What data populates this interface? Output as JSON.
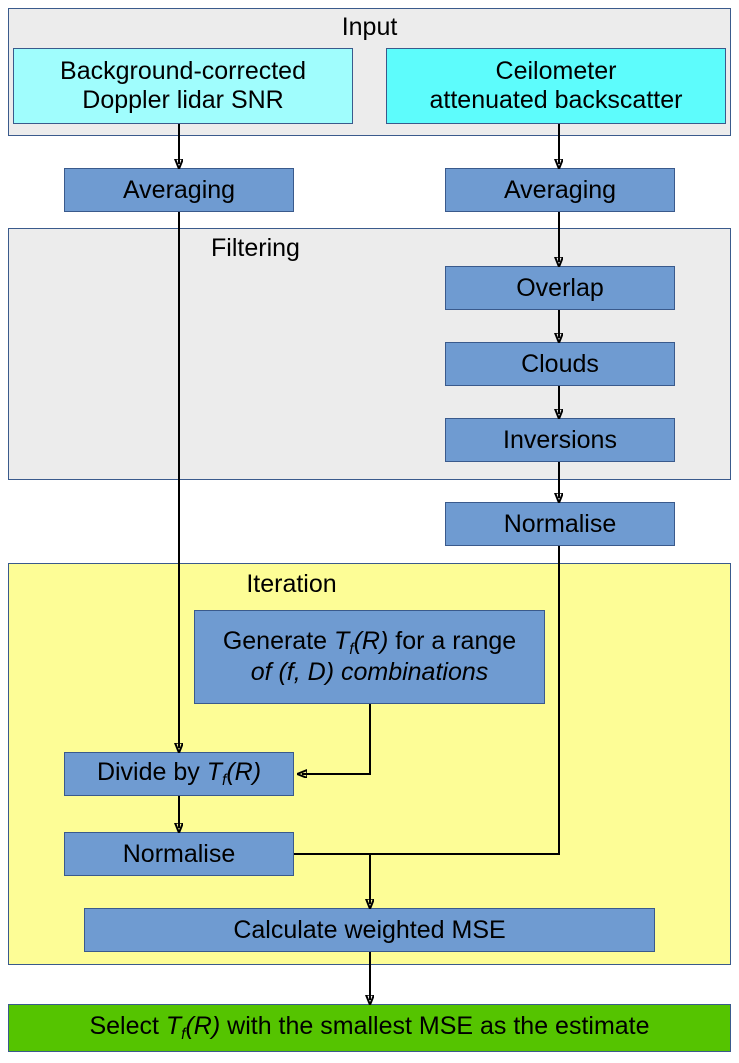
{
  "diagram": {
    "title": "Doppler lidar / ceilometer transmission retrieval flowchart",
    "colors": {
      "group_grey": "#ececec",
      "group_yellow": "#fdfd96",
      "box_blue": "#6f9bd1",
      "box_cyan_light": "#a0fdfd",
      "box_cyan": "#5dfcfc",
      "box_green": "#55c400",
      "border": "#3a5a8c",
      "arrow": "#000000"
    }
  },
  "groups": {
    "input": {
      "label": "Input"
    },
    "filtering": {
      "label": "Filtering"
    },
    "iteration": {
      "label": "Iteration"
    }
  },
  "nodes": {
    "lidar_snr": {
      "line1": "Background-corrected",
      "line2": "Doppler lidar SNR"
    },
    "ceilometer": {
      "line1": "Ceilometer",
      "line2": "attenuated backscatter"
    },
    "averaging_left": {
      "label": "Averaging"
    },
    "averaging_right": {
      "label": "Averaging"
    },
    "overlap": {
      "label": "Overlap"
    },
    "clouds": {
      "label": "Clouds"
    },
    "inversions": {
      "label": "Inversions"
    },
    "normalise_filter": {
      "label": "Normalise"
    },
    "generate": {
      "line1_pre": "Generate ",
      "line1_sym": "T",
      "line1_sub": "f",
      "line1_arg": "(R)",
      "line1_post": " for a range",
      "line2": "of (f, D) combinations"
    },
    "divide": {
      "pre": "Divide by ",
      "sym": "T",
      "sub": "f",
      "arg": "(R)"
    },
    "normalise_iter": {
      "label": "Normalise"
    },
    "calculate_mse": {
      "label": "Calculate weighted MSE"
    },
    "select": {
      "pre": "Select ",
      "sym": "T",
      "sub": "f",
      "arg": "(R)",
      "post": " with the smallest MSE as the estimate"
    }
  },
  "edges": [
    {
      "name": "lidar-to-averaging-left",
      "from": "lidar_snr",
      "to": "averaging_left"
    },
    {
      "name": "ceilometer-to-averaging-right",
      "from": "ceilometer",
      "to": "averaging_right"
    },
    {
      "name": "averaging-right-to-overlap",
      "from": "averaging_right",
      "to": "overlap"
    },
    {
      "name": "overlap-to-clouds",
      "from": "overlap",
      "to": "clouds"
    },
    {
      "name": "clouds-to-inversions",
      "from": "clouds",
      "to": "inversions"
    },
    {
      "name": "inversions-to-normalise",
      "from": "inversions",
      "to": "normalise_filter"
    },
    {
      "name": "averaging-left-to-divide",
      "from": "averaging_left",
      "to": "divide"
    },
    {
      "name": "generate-to-divide",
      "from": "generate",
      "to": "divide"
    },
    {
      "name": "divide-to-normalise-iter",
      "from": "divide",
      "to": "normalise_iter"
    },
    {
      "name": "normalise-filter-to-mse-junction",
      "from": "normalise_filter",
      "to": "calculate_mse"
    },
    {
      "name": "normalise-iter-to-mse",
      "from": "normalise_iter",
      "to": "calculate_mse"
    },
    {
      "name": "mse-to-select",
      "from": "calculate_mse",
      "to": "select"
    }
  ]
}
